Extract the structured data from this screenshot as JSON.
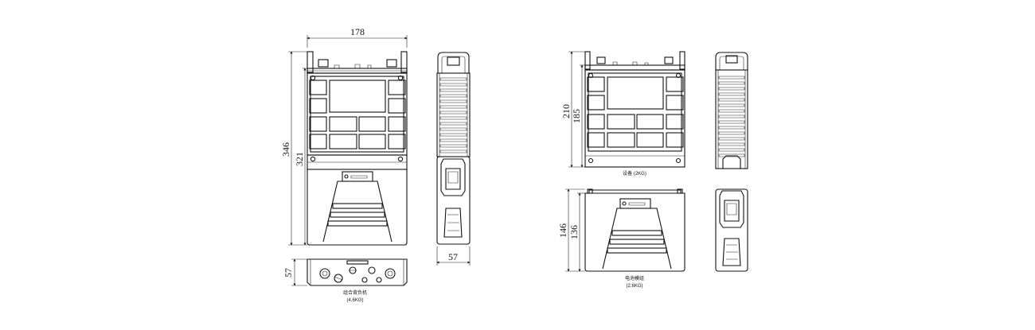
{
  "dimensions": {
    "combined_width": "178",
    "combined_height": "346",
    "combined_body_height": "321",
    "combined_depth": "57",
    "side_depth": "57",
    "device_height": "210",
    "device_body_height": "185",
    "battery_height": "146",
    "battery_body_height": "136"
  },
  "captions": {
    "combined_name": "组合背负机",
    "combined_weight": "(4.6KG)",
    "device_caption": "设备 (2KG)",
    "battery_name": "电池模组",
    "battery_weight": "(2.6KG)"
  }
}
